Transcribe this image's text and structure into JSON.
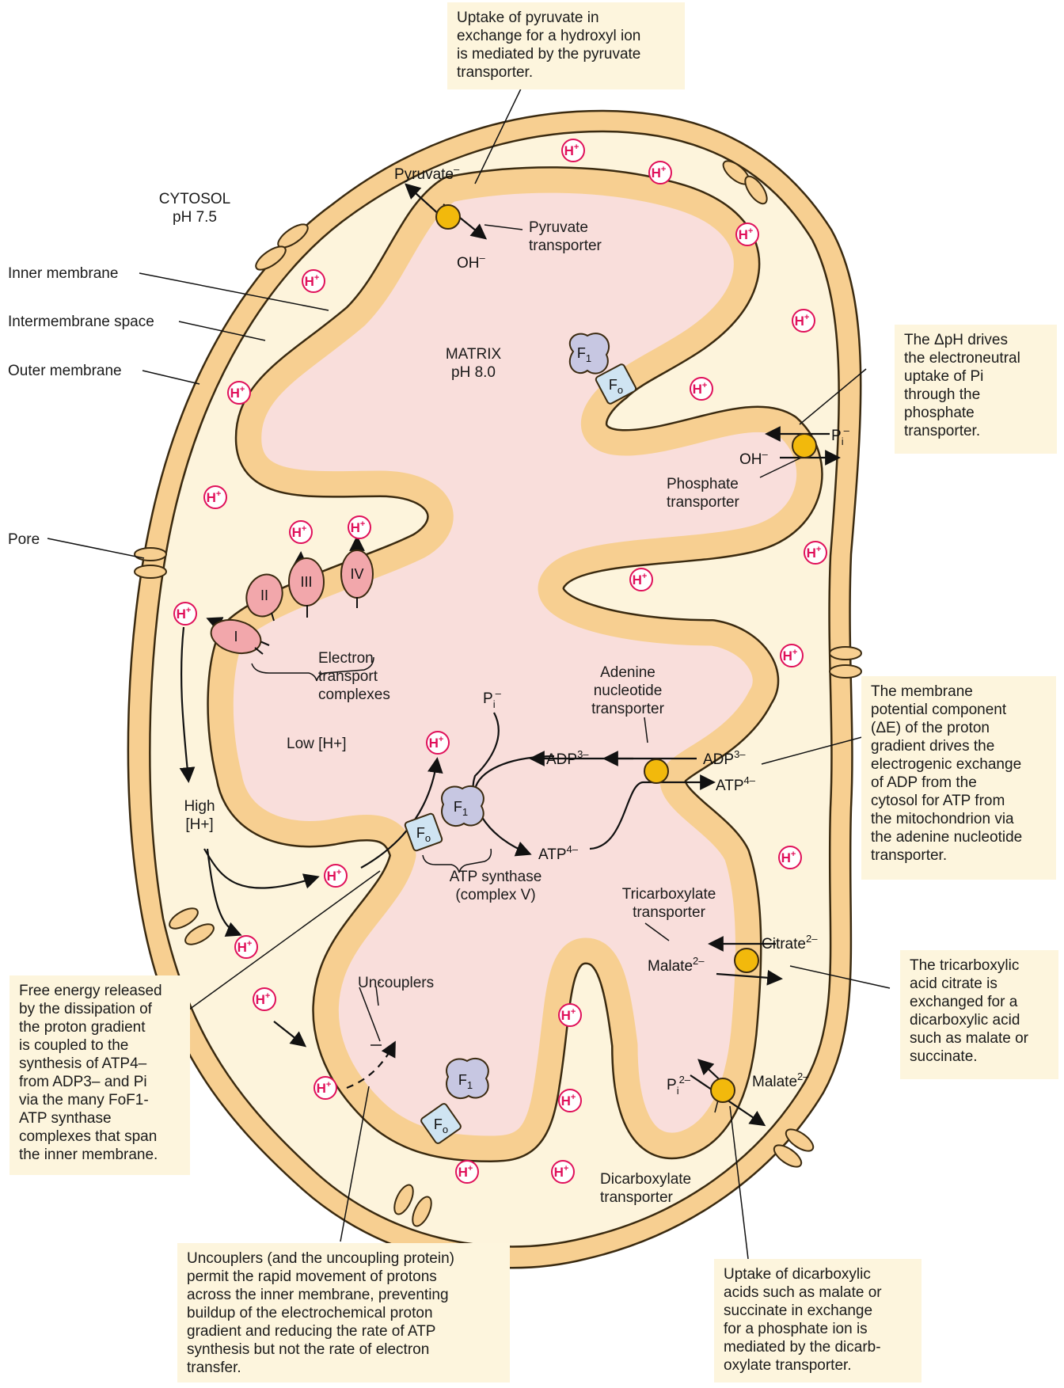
{
  "colors": {
    "membrane": "#f7cf91",
    "membrane_edge": "#3a2a10",
    "intermembrane": "#fdf4dc",
    "matrix": "#f9dedb",
    "callout_bg": "#fdf5dd",
    "proton": "#e0105a",
    "transporter": "#f2b90c",
    "complex": "#f2a7ab",
    "f1": "#c7c7e2",
    "fo": "#cfe4f2"
  },
  "labels": {
    "cytosol": [
      "CYTOSOL",
      "pH 7.5"
    ],
    "matrix": [
      "MATRIX",
      "pH 8.0"
    ],
    "inner_membrane": "Inner membrane",
    "intermembrane_space": "Intermembrane space",
    "outer_membrane": "Outer membrane",
    "pore": "Pore",
    "pyruvate": "Pyruvate",
    "pyruvate_sup": "–",
    "oh": "OH",
    "oh_sup": "–",
    "pyruvate_transporter": [
      "Pyruvate",
      "transporter"
    ],
    "pi_phos": "P",
    "pi_phos_sub": "i",
    "pi_phos_sup": "–",
    "oh_phos": "OH",
    "oh_phos_sup": "–",
    "phosphate_transporter": [
      "Phosphate",
      "transporter"
    ],
    "etc": [
      "Electron",
      "transport",
      "complexes"
    ],
    "low_h": "Low [H+]",
    "high_h": [
      "High",
      "[H+]"
    ],
    "adenine_transporter": [
      "Adenine",
      "nucleotide",
      "transporter"
    ],
    "adp_in": "ADP",
    "adp_in_sup": "3–",
    "atp_out": "ATP",
    "atp_out_sup": "4–",
    "adp_matrix": "ADP",
    "adp_matrix_sup": "3–",
    "atp_matrix": "ATP",
    "atp_matrix_sup": "4–",
    "pi_matrix": "P",
    "pi_matrix_sub": "i",
    "pi_matrix_sup": "–",
    "atp_synthase": [
      "ATP synthase",
      "(complex V)"
    ],
    "tricarboxylate_transporter": [
      "Tricarboxylate",
      "transporter"
    ],
    "citrate": "Citrate",
    "citrate_sup": "2–",
    "malate_tri": "Malate",
    "malate_tri_sup": "2–",
    "malate_di": "Malate",
    "malate_di_sup": "2–",
    "pi_di": "P",
    "pi_di_sub": "i",
    "pi_di_sup": "2–",
    "dicarboxylate_transporter": [
      "Dicarboxylate",
      "transporter"
    ],
    "uncouplers": "Uncouplers",
    "proton": "H",
    "proton_sup": "+",
    "complex_I": "I",
    "complex_II": "II",
    "complex_III": "III",
    "complex_IV": "IV",
    "f1": "F",
    "f1_sub": "1",
    "fo": "F",
    "fo_sub": "o"
  },
  "callouts": {
    "pyruvate": [
      "Uptake of pyruvate in",
      "exchange for a hydroxyl ion",
      "is mediated by the pyruvate",
      "transporter."
    ],
    "phosphate": [
      "The ΔpH drives",
      "the electroneutral",
      "uptake of Pi",
      "through the",
      "phosphate",
      "transporter."
    ],
    "membrane_potential": [
      "The membrane",
      "potential component",
      "(ΔE) of the proton",
      "gradient drives the",
      "electrogenic exchange",
      "of ADP from the",
      "cytosol for ATP from",
      "the mitochondrion via",
      "the adenine nucleotide",
      "transporter."
    ],
    "tricarboxylic": [
      "The tricarboxylic",
      "acid citrate is",
      "exchanged for a",
      "dicarboxylic acid",
      "such as malate or",
      "succinate."
    ],
    "free_energy": [
      "Free energy released",
      "by the dissipation of",
      "the proton gradient",
      "is coupled to the",
      "synthesis of ATP4–",
      "from ADP3– and Pi",
      "via the many FoF1-",
      "ATP synthase",
      "complexes that span",
      "the inner membrane."
    ],
    "uncouplers": [
      "Uncouplers (and the uncoupling protein)",
      "permit the rapid movement of protons",
      "across the inner membrane, preventing",
      "buildup of the electrochemical proton",
      "gradient and reducing the rate of ATP",
      "synthesis but not the rate of electron",
      "transfer."
    ],
    "dicarboxylic": [
      "Uptake of dicarboxylic",
      "acids such as malate or",
      "succinate in exchange",
      "for a phosphate ion is",
      "mediated by the dicarb-",
      "oxylate transporter."
    ]
  }
}
